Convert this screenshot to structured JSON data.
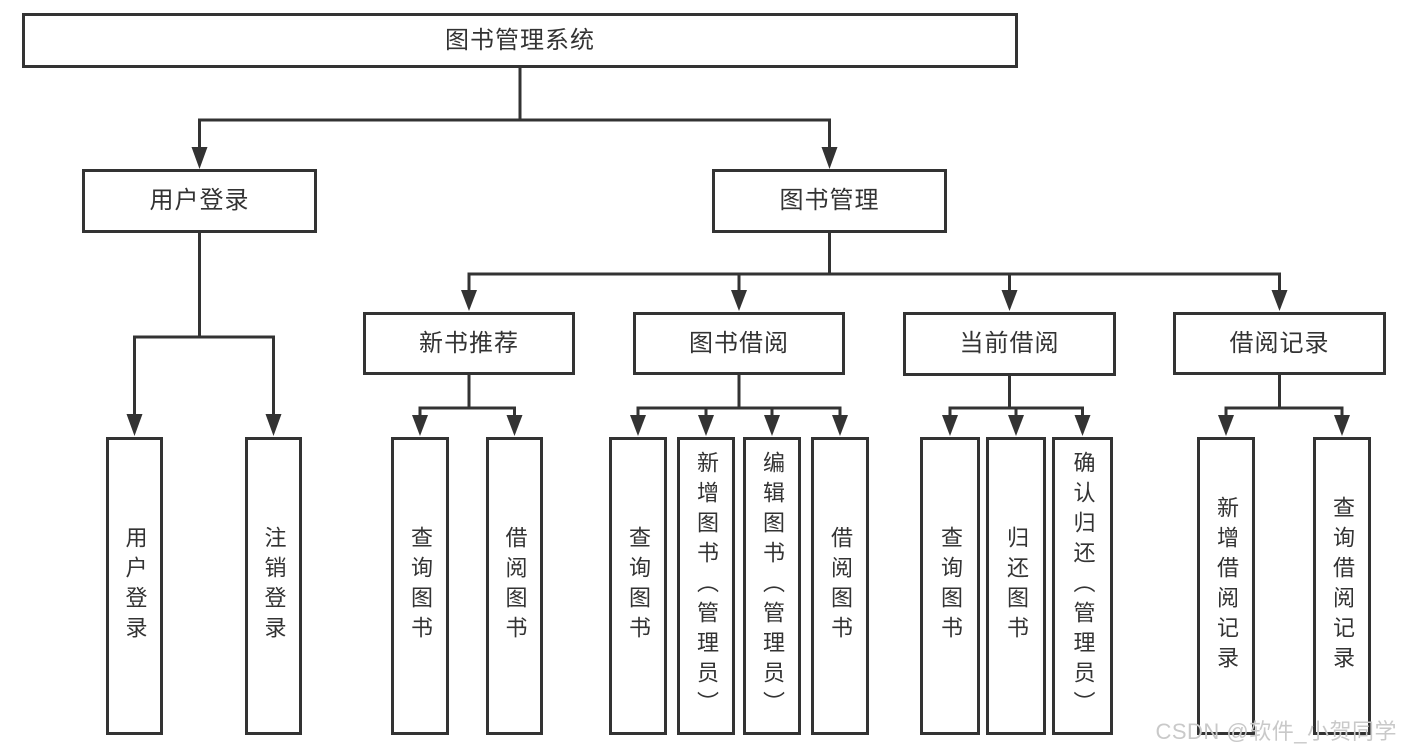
{
  "tree": {
    "root": "图书管理系统",
    "level2": [
      "用户登录",
      "图书管理"
    ],
    "level3": [
      "新书推荐",
      "图书借阅",
      "当前借阅",
      "借阅记录"
    ],
    "leaves": {
      "user_login": [
        "用户登录",
        "注销登录"
      ],
      "new_book": [
        "查询图书",
        "借阅图书"
      ],
      "book_borrow": [
        "查询图书",
        "新增图书（管理员）",
        "编辑图书（管理员）",
        "借阅图书"
      ],
      "current_borrow": [
        "查询图书",
        "归还图书",
        "确认归还（管理员）"
      ],
      "borrow_records": [
        "新增借阅记录",
        "查询借阅记录"
      ]
    }
  },
  "watermark": "CSDN @软件_小贺同学",
  "colors": {
    "line": "#333333",
    "text": "#333333",
    "background": "#ffffff",
    "watermark": "#c9c9c9"
  }
}
